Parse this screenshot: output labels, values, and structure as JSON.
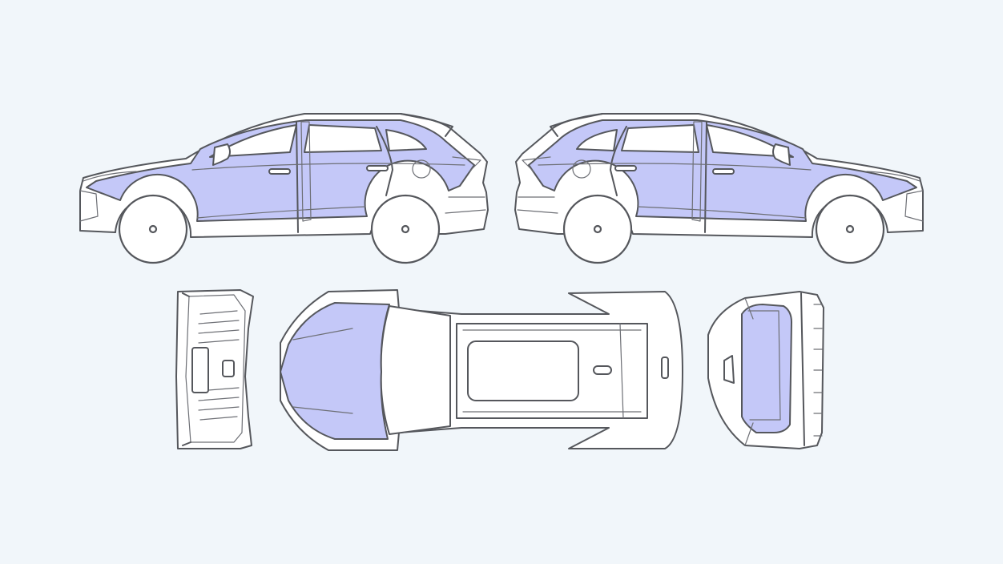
{
  "colors": {
    "background": "#f1f6fa",
    "highlight": "#c4c8f8",
    "outline": "#55575c",
    "panel": "#ffffff"
  },
  "views": [
    {
      "id": "side-left",
      "label": ""
    },
    {
      "id": "side-right",
      "label": ""
    },
    {
      "id": "front",
      "label": ""
    },
    {
      "id": "top",
      "label": ""
    },
    {
      "id": "rear",
      "label": ""
    }
  ]
}
